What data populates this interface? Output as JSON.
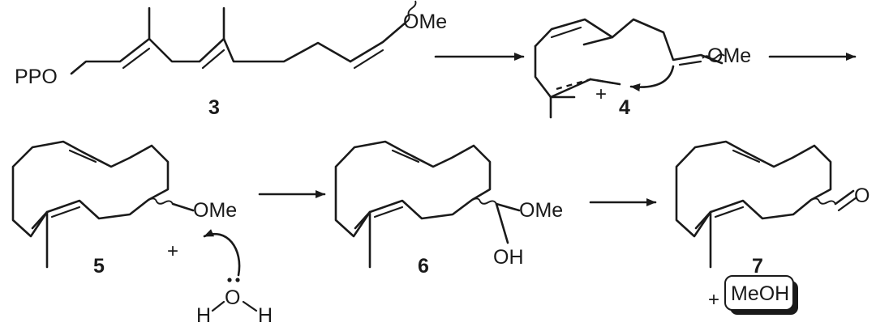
{
  "labels": {
    "pp": "PPO",
    "ome": "OMe",
    "oh": "OH",
    "o": "O",
    "h": "H",
    "meoh": "MeOH",
    "plus": "+"
  },
  "compounds": {
    "c3": "3",
    "c4": "4",
    "c5": "5",
    "c6": "6",
    "c7": "7"
  }
}
